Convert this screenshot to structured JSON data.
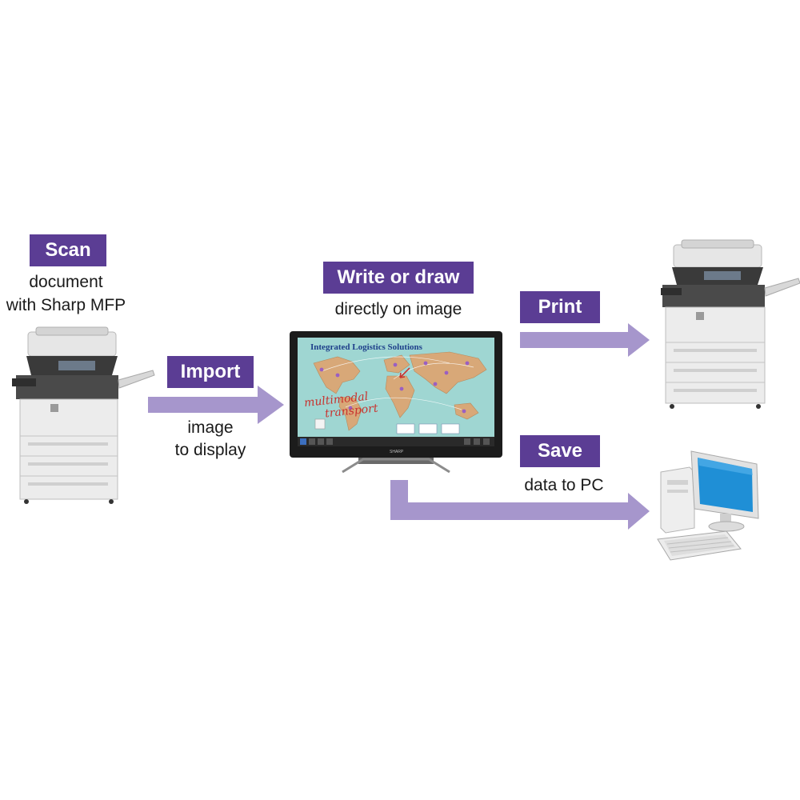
{
  "steps": {
    "scan": {
      "label": "Scan",
      "caption_line1": "document",
      "caption_line2": "with Sharp MFP"
    },
    "import": {
      "label": "Import",
      "caption_line1": "image",
      "caption_line2": "to display"
    },
    "write": {
      "label": "Write or draw",
      "caption_line1": "directly on image"
    },
    "print": {
      "label": "Print"
    },
    "save": {
      "label": "Save",
      "caption_line1": "data to PC"
    }
  },
  "display": {
    "screen_title": "Integrated Logistics Solutions",
    "annotation_line1": "multimodal",
    "annotation_line2": "transport",
    "brand": "SHARP"
  },
  "icons": [
    "mfp-printer-icon",
    "interactive-display-icon",
    "desktop-pc-icon",
    "keyboard-icon"
  ],
  "colors": {
    "label_bg": "#5b3d94",
    "arrow": "#a696cc",
    "map_ocean": "#9fd6d2",
    "map_land": "#d8a878",
    "annotation": "#c8322e"
  }
}
